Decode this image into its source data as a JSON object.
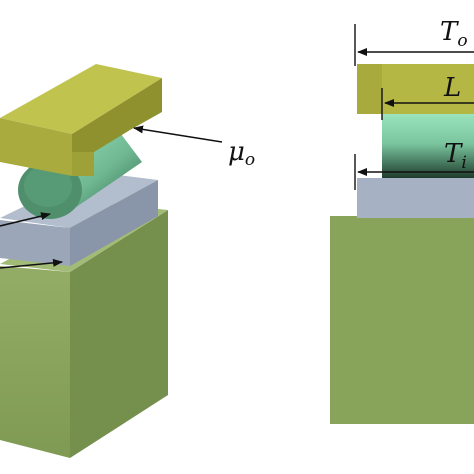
{
  "labels": {
    "mu_o": "μ",
    "mu_o_sub": "o",
    "T_o": "T",
    "T_o_sub": "o",
    "L": "L",
    "T_i": "T",
    "T_i_sub": "i"
  },
  "colors": {
    "outer_ring_top": "#b9bb48",
    "outer_ring_front": "#a6a83c",
    "outer_ring_side": "#8f912f",
    "roller": "#8fd8b0",
    "roller_dark": "#3f7a5a",
    "inner_ring_top": "#a9b5c6",
    "inner_ring_front": "#97a3b5",
    "housing_front": "#88a35b",
    "housing_side": "#6f8a48",
    "housing_top": "#9fb872",
    "arrow": "#111111"
  }
}
